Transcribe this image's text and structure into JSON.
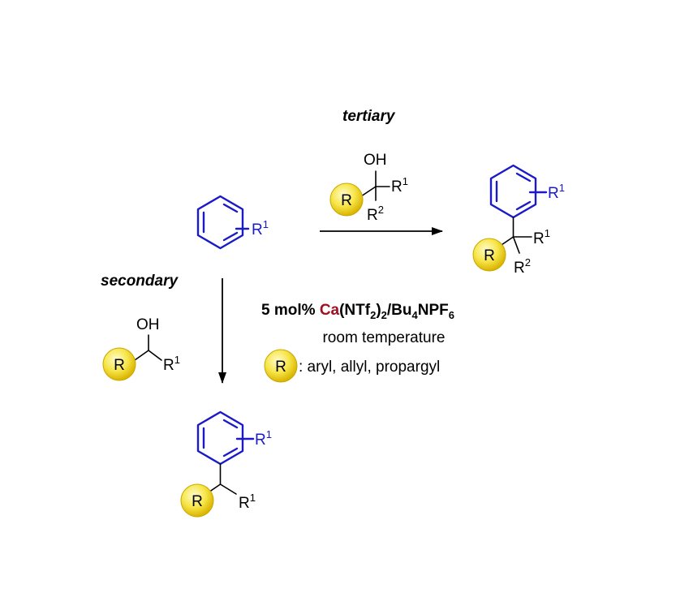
{
  "labels": {
    "tertiary": "tertiary",
    "secondary": "secondary"
  },
  "atoms": {
    "oh": "OH",
    "r": "R",
    "r1_base": "R",
    "sup1": "1",
    "r2_base": "R",
    "sup2": "2"
  },
  "conditions": {
    "line1_prefix": "5 mol% ",
    "line1_metal": "Ca",
    "line1_part_a": "(NTf",
    "line1_sub_a": "2",
    "line1_part_b": ")",
    "line1_sub_b": "2",
    "line1_part_c": "/Bu",
    "line1_sub_c": "4",
    "line1_part_d": "NPF",
    "line1_sub_d": "6",
    "line2": "room temperature",
    "legend_r": "R",
    "legend_text": ": aryl, allyl, propargyl"
  },
  "colors": {
    "ring": "#1a1ac8",
    "r_circle_fill": "#f7e64a",
    "r_circle_edge": "#c9a800",
    "accent_red": "#a01020"
  }
}
